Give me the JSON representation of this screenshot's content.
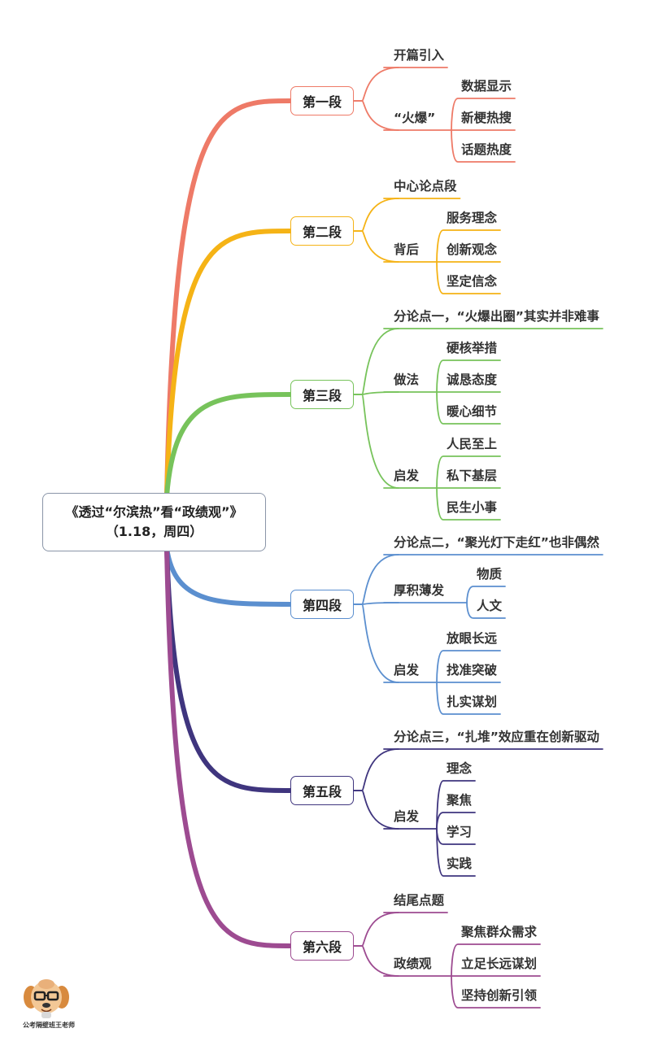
{
  "root": {
    "title": "《透过“尔滨热”看“政绩观”》",
    "subtitle": "（1.18，周四）"
  },
  "sections": [
    {
      "label": "第一段",
      "color": "#ee7a67",
      "branches": [
        {
          "label": "开篇引入"
        },
        {
          "label": "“火爆”",
          "children": [
            "数据显示",
            "新梗热搜",
            "话题热度"
          ]
        }
      ]
    },
    {
      "label": "第二段",
      "color": "#f5b316",
      "branches": [
        {
          "label": "中心论点段"
        },
        {
          "label": "背后",
          "children": [
            "服务理念",
            "创新观念",
            "坚定信念"
          ]
        }
      ]
    },
    {
      "label": "第三段",
      "color": "#77c35b",
      "branches": [
        {
          "label": "分论点一，“火爆出圈”其实并非难事"
        },
        {
          "label": "做法",
          "children": [
            "硬核举措",
            "诚恳态度",
            "暖心细节"
          ]
        },
        {
          "label": "启发",
          "children": [
            "人民至上",
            "私下基层",
            "民生小事"
          ]
        }
      ]
    },
    {
      "label": "第四段",
      "color": "#5b8fcf",
      "branches": [
        {
          "label": "分论点二，“聚光灯下走红”也非偶然"
        },
        {
          "label": "厚积薄发",
          "children": [
            "物质",
            "人文"
          ]
        },
        {
          "label": "启发",
          "children": [
            "放眼长远",
            "找准突破",
            "扎实谋划"
          ]
        }
      ]
    },
    {
      "label": "第五段",
      "color": "#3f357e",
      "branches": [
        {
          "label": "分论点三，“扎堆”效应重在创新驱动"
        },
        {
          "label": "启发",
          "children": [
            "理念",
            "聚焦",
            "学习",
            "实践"
          ]
        }
      ]
    },
    {
      "label": "第六段",
      "color": "#9d4b91",
      "branches": [
        {
          "label": "结尾点题"
        },
        {
          "label": "政绩观",
          "children": [
            "聚焦群众需求",
            "立足长远谋划",
            "坚持创新引领"
          ]
        }
      ]
    }
  ],
  "watermark": {
    "text": "公考隔壁班王老师",
    "icon": "dog-mascot-icon"
  }
}
